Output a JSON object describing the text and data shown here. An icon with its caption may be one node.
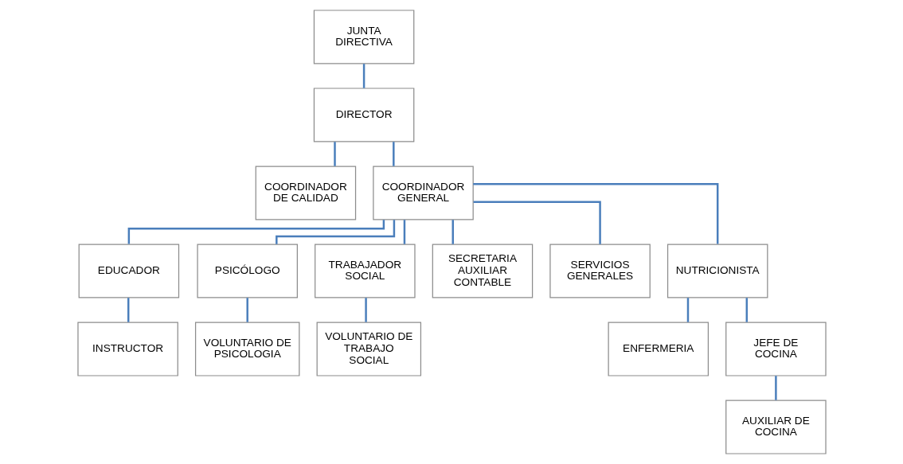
{
  "diagram": {
    "nodes": [
      {
        "text": [
          "JUNTA DIRECTIVA"
        ]
      },
      {
        "text": [
          "DIRECTOR"
        ]
      },
      {
        "text": [
          "COORDINADOR DE CALIDAD"
        ]
      },
      {
        "text": [
          "COORDINADOR GENERAL"
        ]
      },
      {
        "text": [
          "EDUCADOR"
        ]
      },
      {
        "text": [
          "PSICÓLOGO"
        ]
      },
      {
        "text": [
          "TRABAJADOR SOCIAL"
        ]
      },
      {
        "text": [
          "SECRETARIA AUXILIAR CONTABLE"
        ]
      },
      {
        "text": [
          "SERVICIOS GENERALES"
        ]
      },
      {
        "text": [
          "NUTRICIONISTA"
        ]
      },
      {
        "text": [
          "INSTRUCTOR"
        ]
      },
      {
        "text": [
          "VOLUNTARIO DE PSICOLOGIA"
        ]
      },
      {
        "text": [
          "VOLUNTARIO DE TRABAJO SOCIAL"
        ]
      },
      {
        "text": [
          "ENFERMERIA"
        ]
      },
      {
        "text": [
          "JEFE DE COCINA"
        ]
      },
      {
        "text": [
          "AUXILIAR DE COCINA"
        ]
      }
    ],
    "edges": [
      {
        "from": 0,
        "to": 1,
        "arrow": "none"
      },
      {
        "from": 1,
        "to": 2,
        "arrow": "none"
      },
      {
        "from": 1,
        "to": 3,
        "arrow": "none"
      },
      {
        "from": 3,
        "to": 4,
        "arrow": "none"
      },
      {
        "from": 3,
        "to": 5,
        "arrow": "none"
      },
      {
        "from": 3,
        "to": 6,
        "arrow": "none"
      },
      {
        "from": 3,
        "to": 7,
        "arrow": "none"
      },
      {
        "from": 3,
        "to": 8,
        "arrow": "none"
      },
      {
        "from": 3,
        "to": 9,
        "arrow": "none"
      },
      {
        "from": 4,
        "to": 10,
        "arrow": "none"
      },
      {
        "from": 5,
        "to": 11,
        "arrow": "none"
      },
      {
        "from": 6,
        "to": 12,
        "arrow": "none"
      },
      {
        "from": 9,
        "to": 13,
        "arrow": "none"
      },
      {
        "from": 9,
        "to": 14,
        "arrow": "none"
      },
      {
        "from": 14,
        "to": 15,
        "arrow": "none"
      }
    ]
  }
}
